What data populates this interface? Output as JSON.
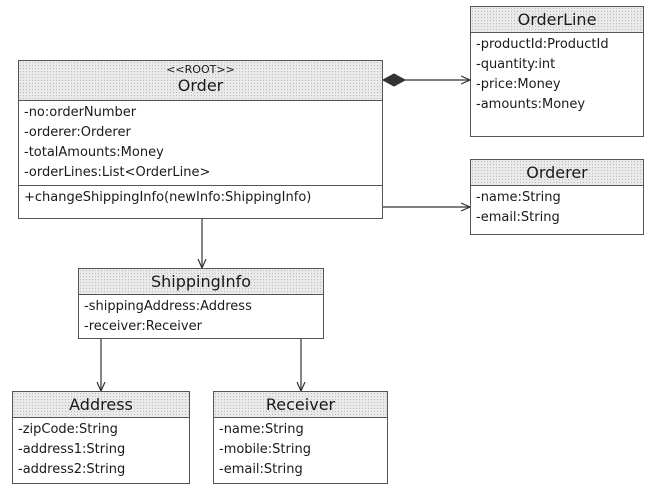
{
  "classes": {
    "order": {
      "stereotype": "<<ROOT>>",
      "name": "Order",
      "attributes": [
        "-no:orderNumber",
        "-orderer:Orderer",
        "-totalAmounts:Money",
        "-orderLines:List<OrderLine>"
      ],
      "operations": [
        "+changeShippingInfo(newInfo:ShippingInfo)"
      ]
    },
    "orderline": {
      "name": "OrderLine",
      "attributes": [
        "-productId:ProductId",
        "-quantity:int",
        "-price:Money",
        "-amounts:Money"
      ]
    },
    "orderer": {
      "name": "Orderer",
      "attributes": [
        "-name:String",
        "-email:String"
      ]
    },
    "shippinginfo": {
      "name": "ShippingInfo",
      "attributes": [
        "-shippingAddress:Address",
        "-receiver:Receiver"
      ]
    },
    "address": {
      "name": "Address",
      "attributes": [
        "-zipCode:String",
        "-address1:String",
        "-address2:String"
      ]
    },
    "receiver": {
      "name": "Receiver",
      "attributes": [
        "-name:String",
        "-mobile:String",
        "-email:String"
      ]
    }
  },
  "colors": {
    "border": "#555555",
    "header_fill": "#e9e9e9",
    "line": "#333333"
  }
}
